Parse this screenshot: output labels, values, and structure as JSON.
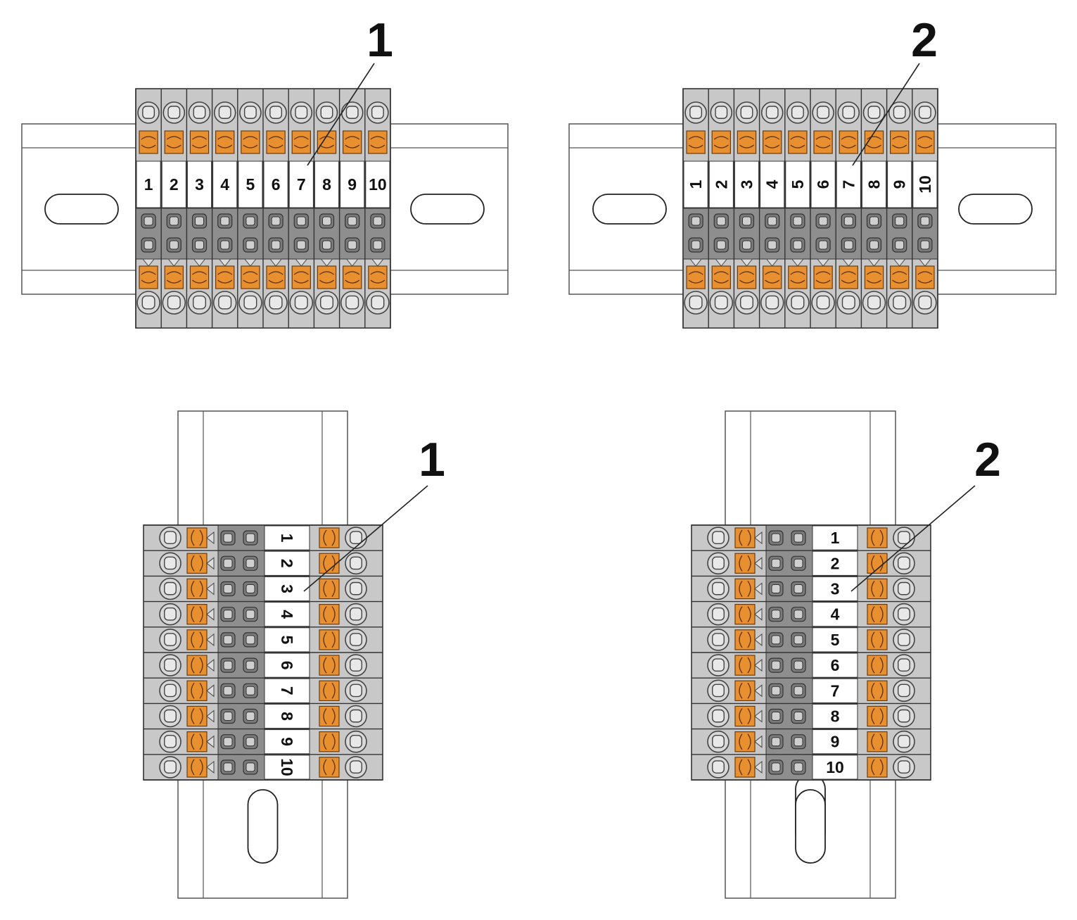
{
  "callouts": {
    "top_left": "1",
    "top_right": "2",
    "bottom_left": "1",
    "bottom_right": "2"
  },
  "markers": [
    "1",
    "2",
    "3",
    "4",
    "5",
    "6",
    "7",
    "8",
    "9",
    "10"
  ],
  "colors": {
    "block_gray": "#c8c8c8",
    "block_dark": "#8e8e8e",
    "orange_actuator": "#e89030",
    "rail_outline": "#555555",
    "marker_bg": "#ffffff",
    "text": "#111111"
  },
  "assemblies": [
    {
      "name": "horizontal-rail-vertical-blocks-upright-markers",
      "callout": "1",
      "rail": "horizontal",
      "marker_orientation": "upright"
    },
    {
      "name": "horizontal-rail-vertical-blocks-rotated-markers",
      "callout": "2",
      "rail": "horizontal",
      "marker_orientation": "rotated"
    },
    {
      "name": "vertical-rail-horizontal-blocks-rotated-markers",
      "callout": "1",
      "rail": "vertical",
      "marker_orientation": "rotated"
    },
    {
      "name": "vertical-rail-horizontal-blocks-upright-markers",
      "callout": "2",
      "rail": "vertical",
      "marker_orientation": "upright"
    }
  ]
}
